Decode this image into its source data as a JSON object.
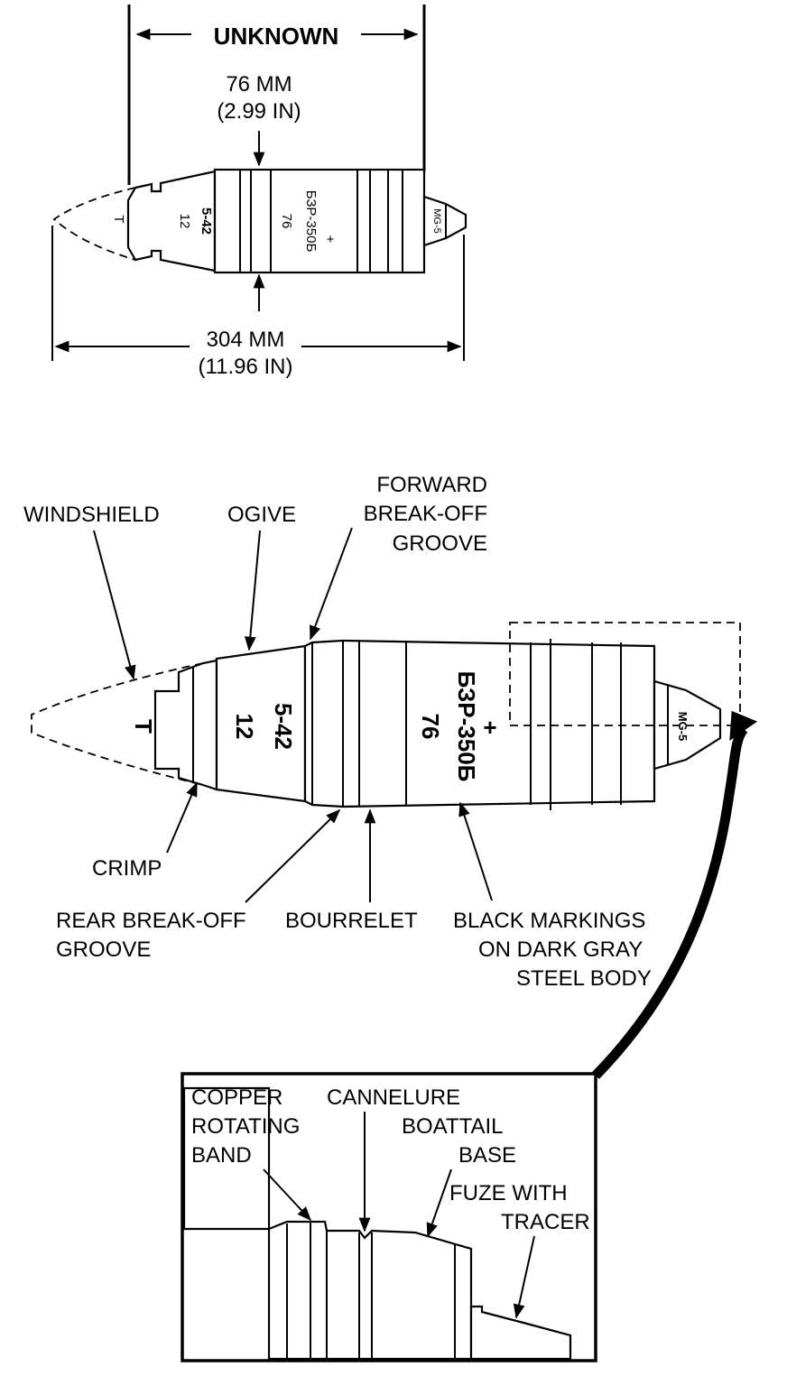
{
  "top_view": {
    "dimension_unknown": "UNKNOWN",
    "diameter_mm": "76 MM",
    "diameter_in": "(2.99 IN)",
    "length_mm": "304 MM",
    "length_in": "(11.96 IN)",
    "markings": {
      "t": "T",
      "lot": "12",
      "date": "5-42",
      "caliber": "76",
      "model": "БЗР-350Б",
      "plus": "+",
      "fuze": "MG-5"
    }
  },
  "detail_view": {
    "markings": {
      "t": "T",
      "lot": "12",
      "date": "5-42",
      "caliber": "76",
      "model": "БЗР-350Б",
      "plus": "+",
      "fuze": "MG-5"
    },
    "labels": {
      "windshield": "WINDSHIELD",
      "ogive": "OGIVE",
      "forward_groove_1": "FORWARD",
      "forward_groove_2": "BREAK-OFF",
      "forward_groove_3": "GROOVE",
      "crimp": "CRIMP",
      "rear_groove_1": "REAR BREAK-OFF",
      "rear_groove_2": "GROOVE",
      "bourrelet": "BOURRELET",
      "markings_1": "BLACK MARKINGS",
      "markings_2": "ON DARK GRAY",
      "markings_3": "STEEL BODY"
    }
  },
  "inset": {
    "labels": {
      "band_1": "COPPER",
      "band_2": "ROTATING",
      "band_3": "BAND",
      "cannelure": "CANNELURE",
      "boattail_1": "BOATTAIL",
      "boattail_2": "BASE",
      "fuze_1": "FUZE WITH",
      "fuze_2": "TRACER"
    }
  }
}
